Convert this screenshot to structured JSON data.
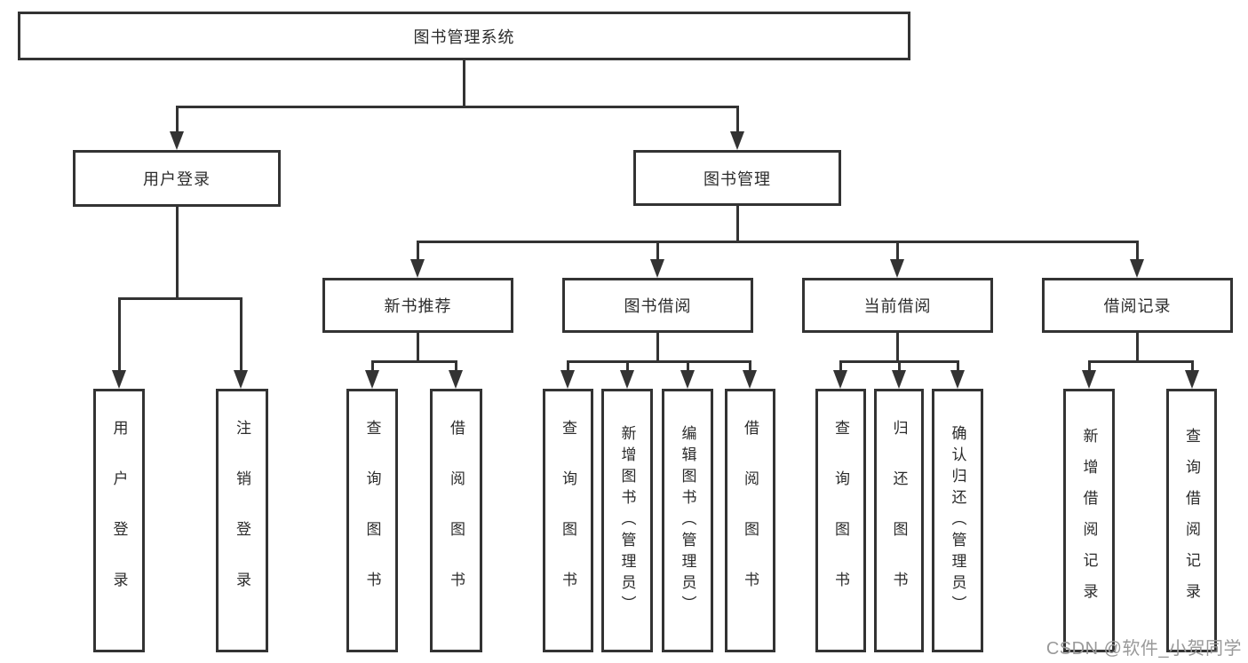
{
  "diagram": {
    "root": "图书管理系统",
    "branches": [
      {
        "label": "用户登录",
        "leaves": [
          "用户登录",
          "注销登录"
        ]
      },
      {
        "label": "图书管理",
        "children": [
          {
            "label": "新书推荐",
            "leaves": [
              "查询图书",
              "借阅图书"
            ]
          },
          {
            "label": "图书借阅",
            "leaves": [
              "查询图书",
              "新增图书（管理员）",
              "编辑图书（管理员）",
              "借阅图书"
            ]
          },
          {
            "label": "当前借阅",
            "leaves": [
              "查询图书",
              "归还图书",
              "确认归还（管理员）"
            ]
          },
          {
            "label": "借阅记录",
            "leaves": [
              "新增借阅记录",
              "查询借阅记录"
            ]
          }
        ]
      }
    ]
  },
  "watermark": {
    "text": "CSDN @软件_小贺同学"
  },
  "colors": {
    "line": "#333333",
    "box_border": "#333333",
    "box_fill": "#ffffff",
    "text": "#2b2b2b",
    "watermark": "#999999",
    "background": "#ffffff"
  }
}
